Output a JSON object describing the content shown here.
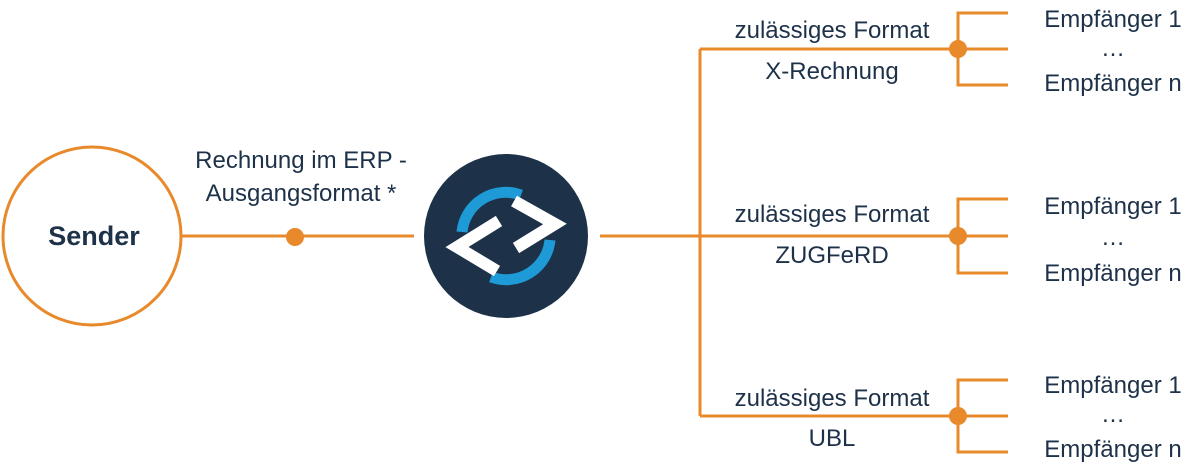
{
  "sender": {
    "label": "Sender"
  },
  "connector": {
    "label_line1": "Rechnung im ERP -",
    "label_line2": "Ausgangsformat *"
  },
  "converter": {
    "icon": "code-convert-icon"
  },
  "branches": [
    {
      "format_label": "zulässiges Format",
      "format_name": "X-Rechnung",
      "recipients": [
        "Empfänger 1",
        "…",
        "Empfänger n"
      ]
    },
    {
      "format_label": "zulässiges Format",
      "format_name": "ZUGFeRD",
      "recipients": [
        "Empfänger 1",
        "…",
        "Empfänger n"
      ]
    },
    {
      "format_label": "zulässiges Format",
      "format_name": "UBL",
      "recipients": [
        "Empfänger 1",
        "…",
        "Empfänger n"
      ]
    }
  ],
  "colors": {
    "accent": "#e8892b",
    "text": "#1d3149",
    "logo_background": "#1d3149",
    "logo_accent": "#1e9ad6",
    "logo_glyph": "#ffffff"
  }
}
